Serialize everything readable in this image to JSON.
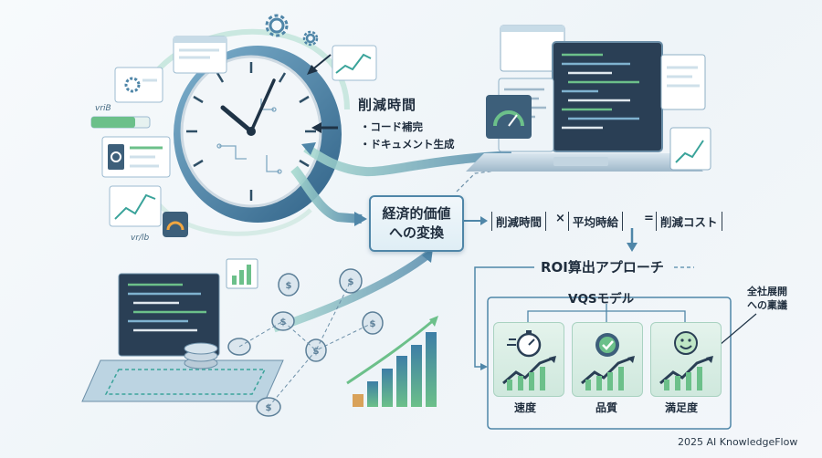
{
  "reduced_time": {
    "title": "削減時間",
    "items": [
      "・コード補完",
      "・ドキュメント生成"
    ]
  },
  "economic_box": {
    "line1": "経済的価値",
    "line2": "への変換"
  },
  "formula": {
    "term1": "削減時間",
    "times": "×",
    "term2": "平均時給",
    "equals": "=",
    "result": "削減コスト"
  },
  "roi": {
    "title": "ROI算出アプローチ",
    "model_title": "VQSモデル",
    "proposal": "全社展開への稟議",
    "metrics": [
      {
        "label": "速度",
        "icon": "stopwatch-icon"
      },
      {
        "label": "品質",
        "icon": "quality-badge-icon"
      },
      {
        "label": "満足度",
        "icon": "smiley-icon"
      }
    ]
  },
  "decor_labels": {
    "top_left": "vriB",
    "bottom_left": "vr/lb"
  },
  "credit": "2025 AI KnowledgeFlow",
  "colors": {
    "primary": "#4f86a8",
    "teal": "#3aa39a",
    "green": "#6cc08a",
    "card": "#d8ede3",
    "orange": "#d9a25a"
  }
}
